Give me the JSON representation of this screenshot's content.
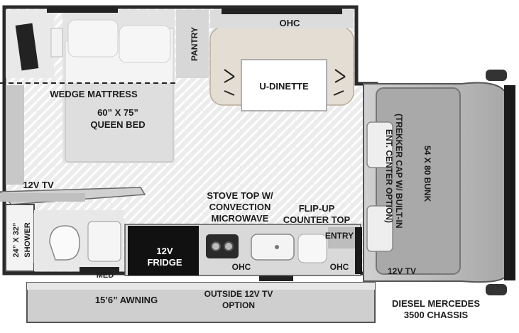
{
  "labels": {
    "ohc_top": "OHC",
    "pantry": "PANTRY",
    "u_dinette": "U-DINETTE",
    "wedge_mattress": "WEDGE MATTRESS",
    "bed_size": "60” X 75”",
    "queen_bed": "QUEEN BED",
    "bunk_line1": "54 X 80 BUNK",
    "bunk_line2": "(TREKKER CAP W/ BUILT-IN",
    "bunk_line3": "ENT. CENTER OPTION)",
    "tv_left": "12V TV",
    "shower_line1": "24” X 32”",
    "shower_line2": "SHOWER",
    "stove_line1": "STOVE TOP W/",
    "stove_line2": "CONVECTION",
    "stove_line3": "MICROWAVE",
    "flipup_line1": "FLIP-UP",
    "flipup_line2": "COUNTER TOP",
    "entry": "ENTRY",
    "fridge_line1": "12V",
    "fridge_line2": "FRIDGE",
    "med": "MED",
    "ohc_kitchen": "OHC",
    "ohc_entry": "OHC",
    "tv_cab": "12V TV",
    "awning": "15’6” AWNING",
    "outside_tv_line1": "OUTSIDE 12V TV",
    "outside_tv_line2": "OPTION",
    "chassis_line1": "DIESEL MERCEDES",
    "chassis_line2": "3500 CHASSIS"
  },
  "colors": {
    "floor": "#ececec",
    "herringbone": "#ffffff",
    "walls": "#2a2a2a",
    "cabinet": "#d9d9d9",
    "bedding": "#f4f4f4",
    "dinette_bench": "#e4ddd3",
    "fridge": "#111111",
    "cab": "#b9b9b9",
    "awning": "#cfcfcf"
  }
}
